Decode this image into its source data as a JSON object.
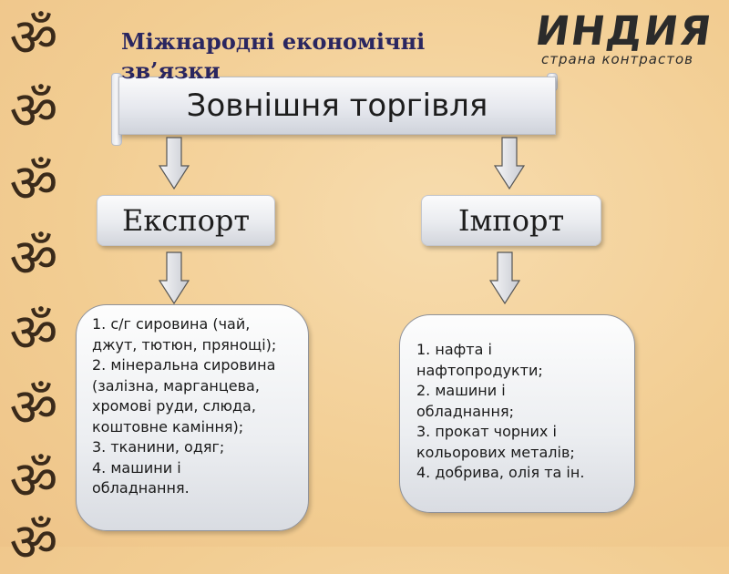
{
  "header": {
    "title": "Міжнародні економічні зв’язки"
  },
  "logo": {
    "main": "ИНДИЯ",
    "sub": "страна контрастов"
  },
  "decor": {
    "om_symbol": "ॐ",
    "om_count": 8
  },
  "diagram": {
    "root": "Зовнішня торгівля",
    "export": {
      "label": "Експорт",
      "items": [
        "1. с/г сировина (чай,",
        "джут, тютюн, прянощі);",
        "2. мінеральна сировина",
        "(залізна, марганцева,",
        "хромові руди, слюда,",
        "коштовне каміння);",
        "3. тканини, одяг;",
        "4. машини і",
        "обладнання."
      ]
    },
    "import": {
      "label": "Імпорт",
      "items": [
        "1. нафта і",
        "нафтопродукти;",
        "2. машини і",
        "обладнання;",
        "3. прокат чорних і",
        "кольорових металів;",
        "4. добрива, олія та ін."
      ]
    }
  },
  "colors": {
    "title": "#2a2660",
    "background": "#f4d29a",
    "ornament": "#3a2a1a"
  }
}
